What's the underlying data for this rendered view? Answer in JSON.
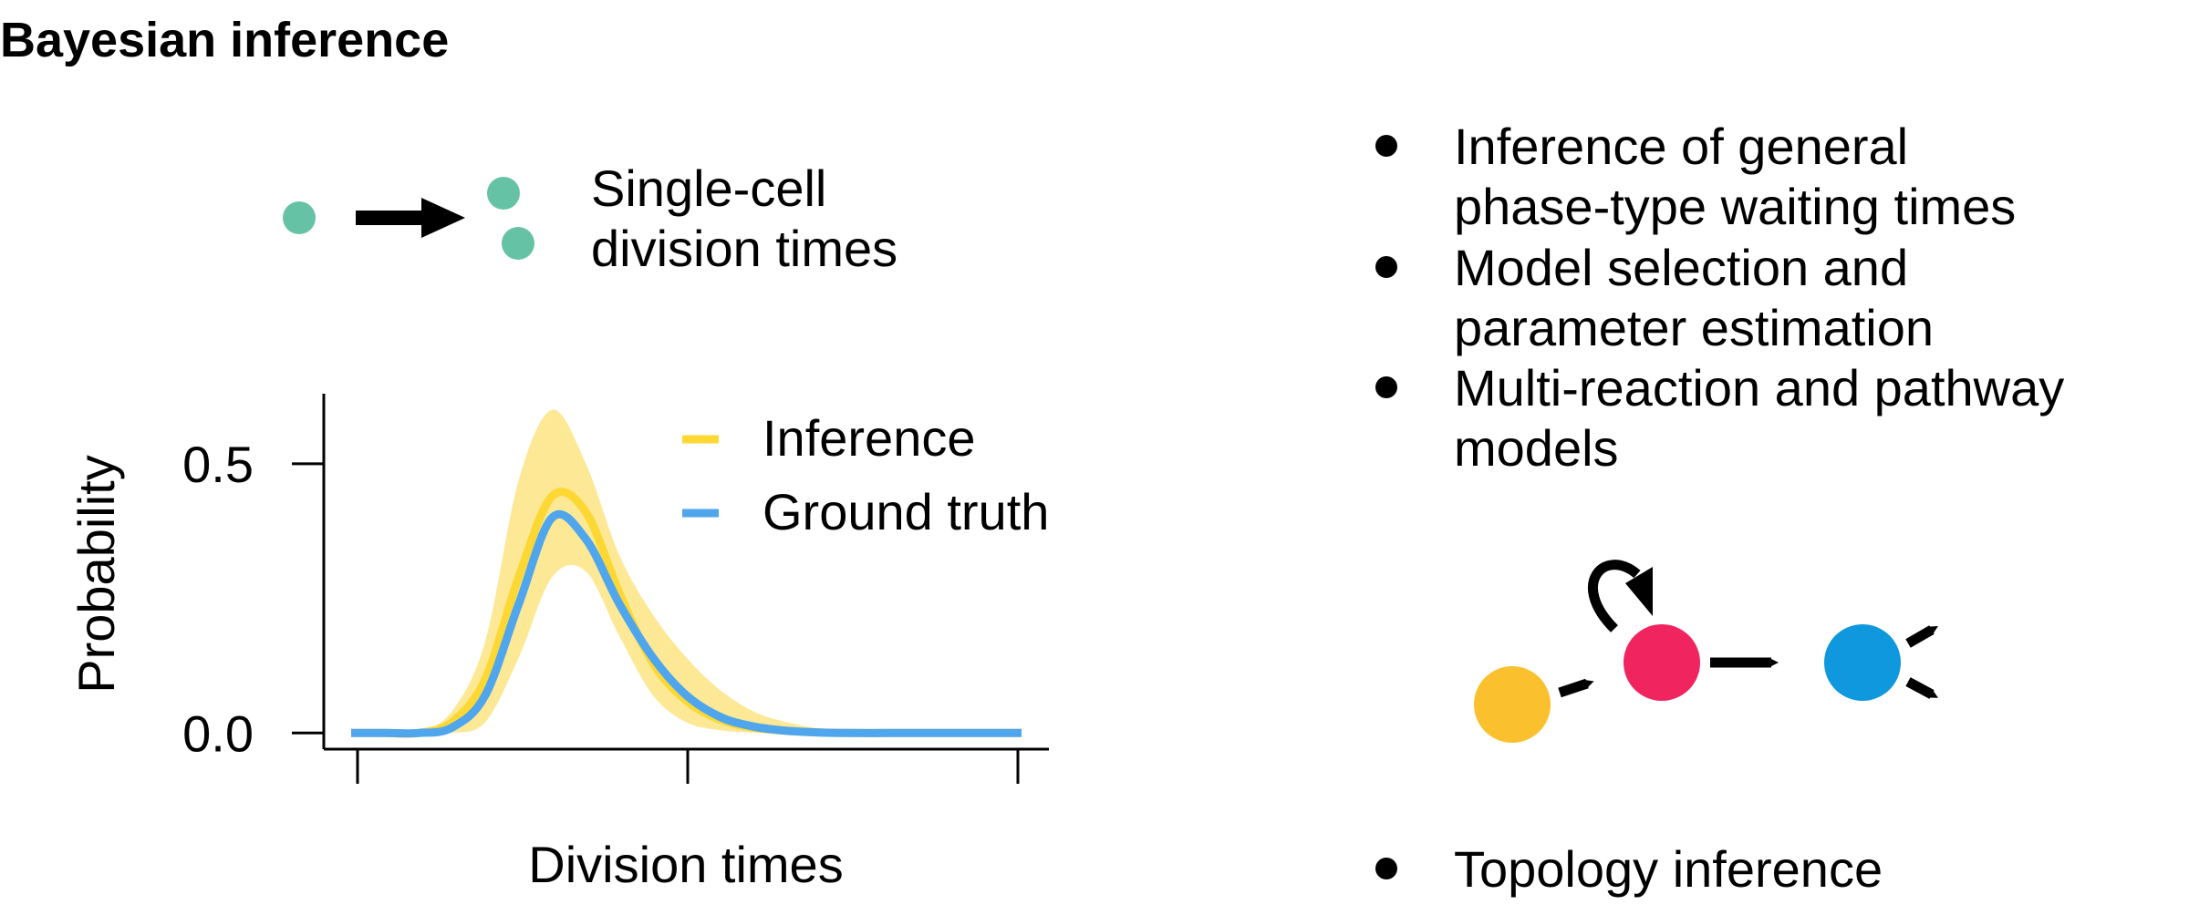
{
  "title": "Bayesian inference",
  "division_schematic": {
    "label_line1": "Single-cell",
    "label_line2": "division times",
    "cell_color": "#66c2a5"
  },
  "chart_data": {
    "type": "line",
    "xlabel": "Division times",
    "ylabel": "Probability",
    "ylim": [
      -0.03,
      0.63
    ],
    "yticks": [
      "0.0",
      "0.5"
    ],
    "ytick_values": [
      0,
      0.5
    ],
    "xtick_count": 3,
    "legend_position": "top-right",
    "x": [
      0.0,
      0.05,
      0.1,
      0.15,
      0.2,
      0.25,
      0.3,
      0.35,
      0.4,
      0.45,
      0.5,
      0.55,
      0.6,
      0.65,
      0.7,
      0.75,
      0.8,
      0.85,
      0.9,
      0.95,
      1.0
    ],
    "series": [
      {
        "name": "Inference",
        "color": "#fdd835",
        "band_color": "#fde68a",
        "values": [
          0.0,
          0.0,
          0.0,
          0.02,
          0.1,
          0.29,
          0.44,
          0.41,
          0.26,
          0.13,
          0.06,
          0.025,
          0.01,
          0.004,
          0.001,
          0.0,
          0.0,
          0.0,
          0.0,
          0.0,
          0.0
        ],
        "upper": [
          0.0,
          0.0,
          0.002,
          0.04,
          0.17,
          0.47,
          0.6,
          0.5,
          0.33,
          0.22,
          0.14,
          0.08,
          0.04,
          0.02,
          0.008,
          0.003,
          0.001,
          0.0,
          0.0,
          0.0,
          0.0
        ],
        "lower": [
          0.0,
          0.0,
          0.0,
          0.0,
          0.02,
          0.14,
          0.29,
          0.3,
          0.18,
          0.07,
          0.02,
          0.005,
          0.001,
          0.0,
          0.0,
          0.0,
          0.0,
          0.0,
          0.0,
          0.0,
          0.0
        ]
      },
      {
        "name": "Ground truth",
        "color": "#4fa6ec",
        "values": [
          0.0,
          0.0,
          0.0,
          0.01,
          0.07,
          0.24,
          0.4,
          0.36,
          0.24,
          0.14,
          0.07,
          0.03,
          0.012,
          0.004,
          0.001,
          0.0,
          0.0,
          0.0,
          0.0,
          0.0,
          0.0
        ]
      }
    ]
  },
  "bullets": [
    {
      "lines": [
        "Inference of general",
        "phase-type waiting times"
      ]
    },
    {
      "lines": [
        "Model selection and",
        "parameter estimation"
      ]
    },
    {
      "lines": [
        "Multi-reaction and pathway",
        "models"
      ]
    },
    {
      "lines": [
        "Topology inference"
      ]
    }
  ],
  "network": {
    "node_colors": [
      "#fbc02d",
      "#f0245e",
      "#0f98dd"
    ],
    "arrow_color": "#000000"
  }
}
